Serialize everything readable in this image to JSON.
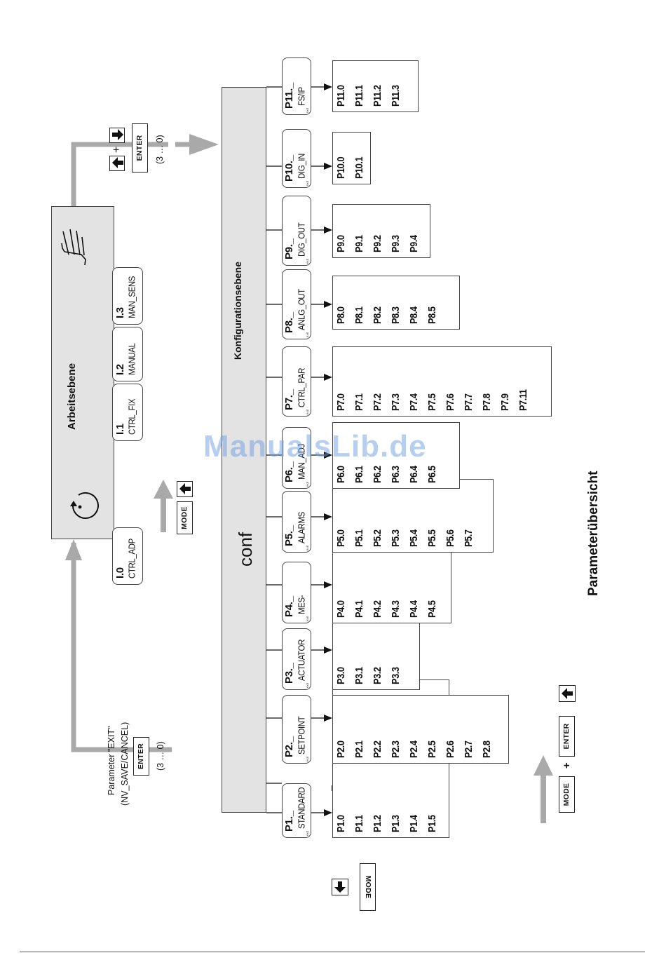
{
  "page_title": "Parameterübersicht",
  "work_level": {
    "title": "Arbeitsebene"
  },
  "config_level": {
    "title": "Konfigurationsebene",
    "mode_label": "conf"
  },
  "work_params": [
    {
      "code": "I.0",
      "name": "CTRL_ADP"
    },
    {
      "code": "I.1",
      "name": "CTRL_FIX"
    },
    {
      "code": "I.2",
      "name": "MANUAL"
    },
    {
      "code": "I.3",
      "name": "MAN_SENS"
    }
  ],
  "groups": [
    {
      "code": "P1._",
      "name": "STANDARD",
      "exit": "exit",
      "items": [
        "P1.0",
        "P1.1",
        "P1.2",
        "P1.3",
        "P1.4",
        "P1.5"
      ]
    },
    {
      "code": "P2._",
      "name": "SETPOINT",
      "exit": "exit",
      "items": [
        "P2.0",
        "P2.1",
        "P2.2",
        "P2.3",
        "P2.4",
        "P2.5",
        "P2.6",
        "P2.7",
        "P2.8"
      ]
    },
    {
      "code": "P3._",
      "name": "ACTUATOR",
      "exit": "exit",
      "items": [
        "P3.0",
        "P3.1",
        "P3.2",
        "P3.3"
      ]
    },
    {
      "code": "P4._",
      "name": "MES-",
      "exit": "exit",
      "items": [
        "P4.0",
        "P4.1",
        "P4.2",
        "P4.3",
        "P4.4",
        "P4.5"
      ]
    },
    {
      "code": "P5._",
      "name": "ALARMS",
      "exit": "exit",
      "items": [
        "P5.0",
        "P5.1",
        "P5.2",
        "P5.3",
        "P5.4",
        "P5.5",
        "P5.6",
        "P5.7"
      ]
    },
    {
      "code": "P6._",
      "name": "MAN_ADJ",
      "exit": "exit",
      "items": [
        "P6.0",
        "P6.1",
        "P6.2",
        "P6.3",
        "P6.4",
        "P6.5"
      ]
    },
    {
      "code": "P7._",
      "name": "CTRL_PAR",
      "exit": "exit",
      "items": [
        "P7.0",
        "P7.1",
        "P7.2",
        "P7.3",
        "P7.4",
        "P7.5",
        "P7.6",
        "P7.7",
        "P7.8",
        "P7.9",
        "P7.11"
      ]
    },
    {
      "code": "P8._",
      "name": "ANLG_OUT",
      "exit": "exit",
      "items": [
        "P8.0",
        "P8.1",
        "P8.2",
        "P8.3",
        "P8.4",
        "P8.5"
      ]
    },
    {
      "code": "P9._",
      "name": "DIG_OUT",
      "exit": "exit",
      "items": [
        "P9.0",
        "P9.1",
        "P9.2",
        "P9.3",
        "P9.4"
      ]
    },
    {
      "code": "P10._",
      "name": "DIG_IN",
      "exit": "exit",
      "items": [
        "P10.0",
        "P10.1"
      ]
    },
    {
      "code": "P11._",
      "name": "FS/IP",
      "exit": "exit",
      "items": [
        "P11.0",
        "P11.1",
        "P11.2",
        "P11.3"
      ]
    }
  ],
  "exit_note": {
    "line1": "Parameter \"EXIT\"",
    "line2": "(NV_SAVE/CANCEL)"
  },
  "keys": {
    "enter": "ENTER",
    "mode": "MODE",
    "plus": "+",
    "timing": "(3 … 0)"
  },
  "watermark": "ManualsLib.de"
}
